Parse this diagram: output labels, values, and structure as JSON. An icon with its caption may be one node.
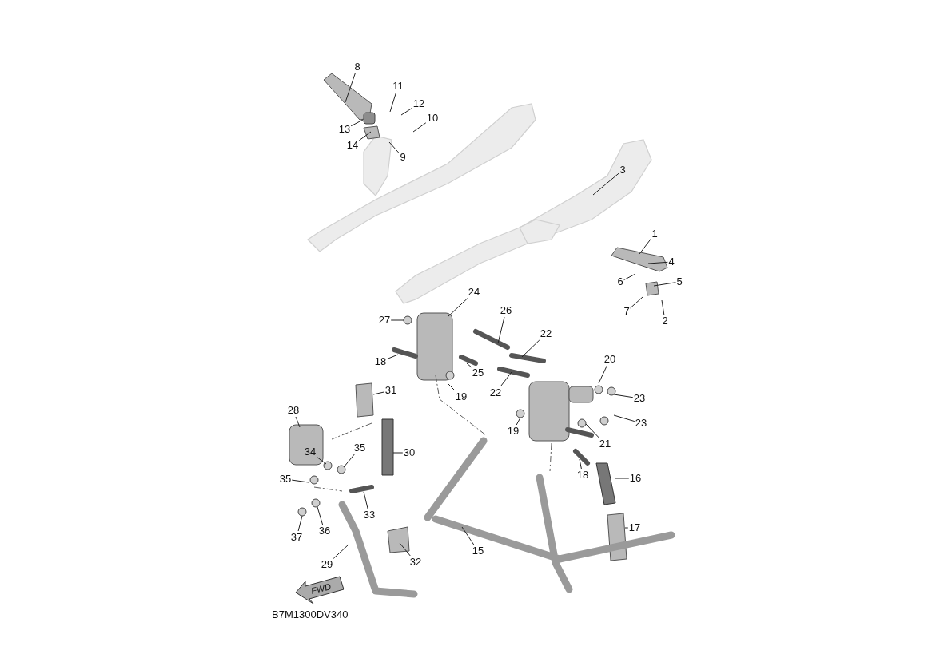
{
  "diagram": {
    "nodes": [
      {
        "text": [
          "8"
        ]
      },
      {
        "text": [
          "11"
        ]
      },
      {
        "text": [
          "12"
        ]
      },
      {
        "text": [
          "10"
        ]
      },
      {
        "text": [
          "13"
        ]
      },
      {
        "text": [
          "14"
        ]
      },
      {
        "text": [
          "9"
        ]
      },
      {
        "text": [
          "3"
        ]
      },
      {
        "text": [
          "1"
        ]
      },
      {
        "text": [
          "4"
        ]
      },
      {
        "text": [
          "6"
        ]
      },
      {
        "text": [
          "5"
        ]
      },
      {
        "text": [
          "7"
        ]
      },
      {
        "text": [
          "2"
        ]
      },
      {
        "text": [
          "24"
        ]
      },
      {
        "text": [
          "27"
        ]
      },
      {
        "text": [
          "26"
        ]
      },
      {
        "text": [
          "22"
        ]
      },
      {
        "text": [
          "18"
        ]
      },
      {
        "text": [
          "25"
        ]
      },
      {
        "text": [
          "22"
        ]
      },
      {
        "text": [
          "19"
        ]
      },
      {
        "text": [
          "20"
        ]
      },
      {
        "text": [
          "23"
        ]
      },
      {
        "text": [
          "31"
        ]
      },
      {
        "text": [
          "28"
        ]
      },
      {
        "text": [
          "19"
        ]
      },
      {
        "text": [
          "23"
        ]
      },
      {
        "text": [
          "21"
        ]
      },
      {
        "text": [
          "34"
        ]
      },
      {
        "text": [
          "35"
        ]
      },
      {
        "text": [
          "30"
        ]
      },
      {
        "text": [
          "35"
        ]
      },
      {
        "text": [
          "18"
        ]
      },
      {
        "text": [
          "16"
        ]
      },
      {
        "text": [
          "33"
        ]
      },
      {
        "text": [
          "37"
        ]
      },
      {
        "text": [
          "36"
        ]
      },
      {
        "text": [
          "15"
        ]
      },
      {
        "text": [
          "32"
        ]
      },
      {
        "text": [
          "29"
        ]
      },
      {
        "text": [
          "17"
        ]
      }
    ],
    "edges": [
      {
        "from": 0,
        "to": null,
        "arrow": "none"
      },
      {
        "from": 1,
        "to": null,
        "arrow": "none"
      },
      {
        "from": 2,
        "to": null,
        "arrow": "none"
      },
      {
        "from": 3,
        "to": null,
        "arrow": "none"
      },
      {
        "from": 4,
        "to": null,
        "arrow": "none"
      },
      {
        "from": 5,
        "to": null,
        "arrow": "none"
      },
      {
        "from": 6,
        "to": null,
        "arrow": "none"
      },
      {
        "from": 7,
        "to": null,
        "arrow": "none"
      },
      {
        "from": 8,
        "to": null,
        "arrow": "none"
      },
      {
        "from": 9,
        "to": null,
        "arrow": "none"
      },
      {
        "from": 10,
        "to": null,
        "arrow": "none"
      },
      {
        "from": 11,
        "to": null,
        "arrow": "none"
      },
      {
        "from": 12,
        "to": null,
        "arrow": "none"
      },
      {
        "from": 13,
        "to": null,
        "arrow": "none"
      },
      {
        "from": 14,
        "to": null,
        "arrow": "none"
      },
      {
        "from": 15,
        "to": null,
        "arrow": "none"
      },
      {
        "from": 16,
        "to": null,
        "arrow": "none"
      },
      {
        "from": 17,
        "to": null,
        "arrow": "none"
      },
      {
        "from": 18,
        "to": null,
        "arrow": "none"
      },
      {
        "from": 19,
        "to": null,
        "arrow": "none"
      },
      {
        "from": 20,
        "to": null,
        "arrow": "none"
      },
      {
        "from": 21,
        "to": null,
        "arrow": "none"
      },
      {
        "from": 22,
        "to": null,
        "arrow": "none"
      },
      {
        "from": 23,
        "to": null,
        "arrow": "none"
      },
      {
        "from": 24,
        "to": null,
        "arrow": "none"
      },
      {
        "from": 25,
        "to": null,
        "arrow": "none"
      },
      {
        "from": 26,
        "to": null,
        "arrow": "none"
      },
      {
        "from": 27,
        "to": null,
        "arrow": "none"
      },
      {
        "from": 28,
        "to": null,
        "arrow": "none"
      },
      {
        "from": 29,
        "to": null,
        "arrow": "none"
      },
      {
        "from": 30,
        "to": null,
        "arrow": "none"
      },
      {
        "from": 31,
        "to": null,
        "arrow": "none"
      },
      {
        "from": 32,
        "to": null,
        "arrow": "none"
      },
      {
        "from": 33,
        "to": null,
        "arrow": "none"
      },
      {
        "from": 34,
        "to": null,
        "arrow": "none"
      },
      {
        "from": 35,
        "to": null,
        "arrow": "none"
      },
      {
        "from": 36,
        "to": null,
        "arrow": "none"
      },
      {
        "from": 37,
        "to": null,
        "arrow": "none"
      },
      {
        "from": 38,
        "to": null,
        "arrow": "none"
      },
      {
        "from": 39,
        "to": null,
        "arrow": "none"
      },
      {
        "from": 40,
        "to": null,
        "arrow": "none"
      },
      {
        "from": 41,
        "to": null,
        "arrow": "none"
      }
    ],
    "labels": [
      "FWD",
      "B7M1300DV340"
    ]
  }
}
